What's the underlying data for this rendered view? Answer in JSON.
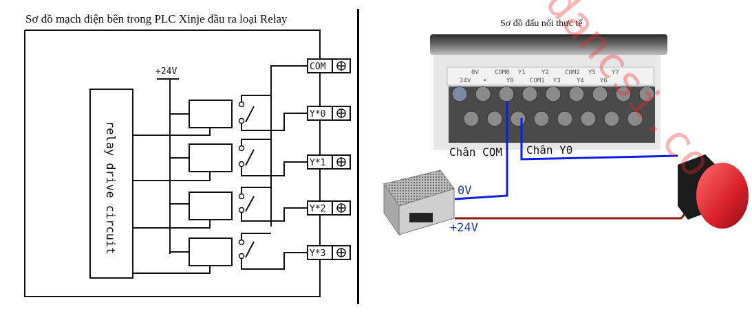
{
  "left_panel": {
    "title": "Sơ đồ mạch điện bên trong PLC Xinje đầu ra loại Relay",
    "supply_label": "+24V",
    "drive_block_label": "relay drive circuit",
    "terminals": [
      {
        "label": "COM",
        "icon": "screw-terminal-icon"
      },
      {
        "label": "Y*0",
        "icon": "screw-terminal-icon"
      },
      {
        "label": "Y*1",
        "icon": "screw-terminal-icon"
      },
      {
        "label": "Y*2",
        "icon": "screw-terminal-icon"
      },
      {
        "label": "Y*3",
        "icon": "screw-terminal-icon"
      }
    ],
    "relay_count": 4
  },
  "right_panel": {
    "title": "Sơ đồ đấu nối thực tế",
    "terminal_labels_top": [
      "0V",
      "COM0",
      "Y1",
      "Y2",
      "COM2",
      "Y5",
      "Y7"
    ],
    "terminal_labels_bottom": [
      "24V",
      "•",
      "Y0",
      "COM1",
      "Y3",
      "Y4",
      "Y6"
    ],
    "com_pin_label": "Chân COM",
    "y0_pin_label": "Chân Y0",
    "zero_volt_label": "0V",
    "plus24_label": "+24V",
    "wire_colors": {
      "negative": "#0a1ee8",
      "positive": "#8b1a10"
    },
    "lamp_color": "#d8202a",
    "watermark": "dancsi.co"
  }
}
